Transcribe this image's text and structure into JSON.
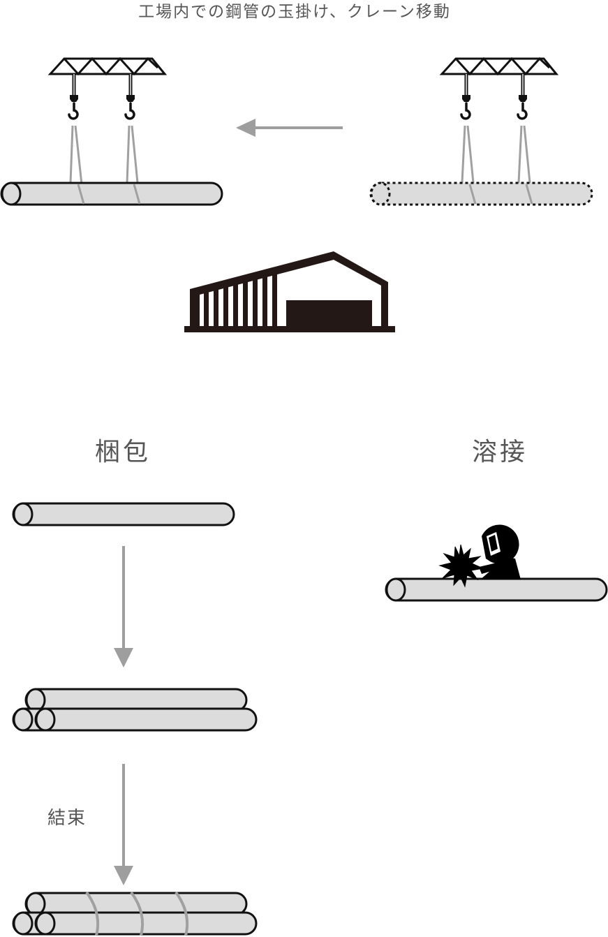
{
  "title": "工場内での鋼管の玉掛け、クレーン移動",
  "labels": {
    "packing": "梱包",
    "welding": "溶接",
    "bundling": "結束"
  },
  "colors": {
    "text": "#555555",
    "pipe_fill": "#dcdcdc",
    "outline": "#111111",
    "arrow": "#9e9e9e",
    "building": "#231815"
  },
  "icons": [
    "crane-icon",
    "hook-icon",
    "factory-icon",
    "welder-icon",
    "spark-icon",
    "arrow-left-icon",
    "arrow-down-icon"
  ]
}
